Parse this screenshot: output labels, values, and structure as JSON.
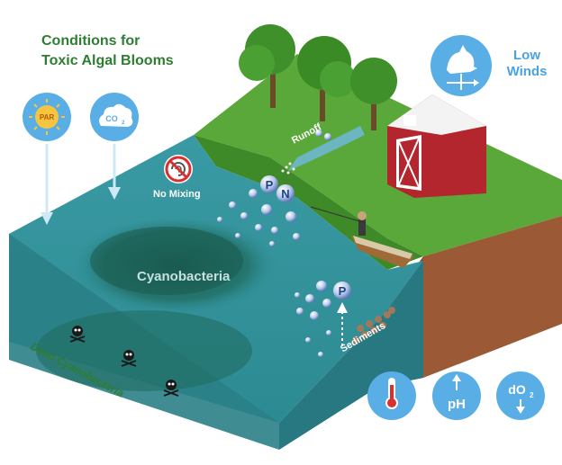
{
  "title_line1": "Conditions for",
  "title_line2": "Toxic Algal Blooms",
  "labels": {
    "low_winds_line1": "Low",
    "low_winds_line2": "Winds",
    "no_mixing": "No Mixing",
    "cyanobacteria": "Cyanobacteria",
    "runoff": "Runoff",
    "sediments": "Sediments",
    "dead_cyanobacteria": "Dead Cyanobacteria"
  },
  "icons": {
    "par": "PAR",
    "co2": "CO",
    "co2_sub": "2",
    "ph": "pH",
    "do2": "dO",
    "do2_sub": "2",
    "phosphorus": "P",
    "nitrogen": "N"
  },
  "colors": {
    "water": "#2f8f96",
    "water_dark": "#1f6a6e",
    "bloom": "#1e5e55",
    "grass": "#4a9a2e",
    "soil": "#9b5a35",
    "barn": "#b3262d",
    "icon_circle": "#5aaee6",
    "title_green": "#2e7d32"
  }
}
